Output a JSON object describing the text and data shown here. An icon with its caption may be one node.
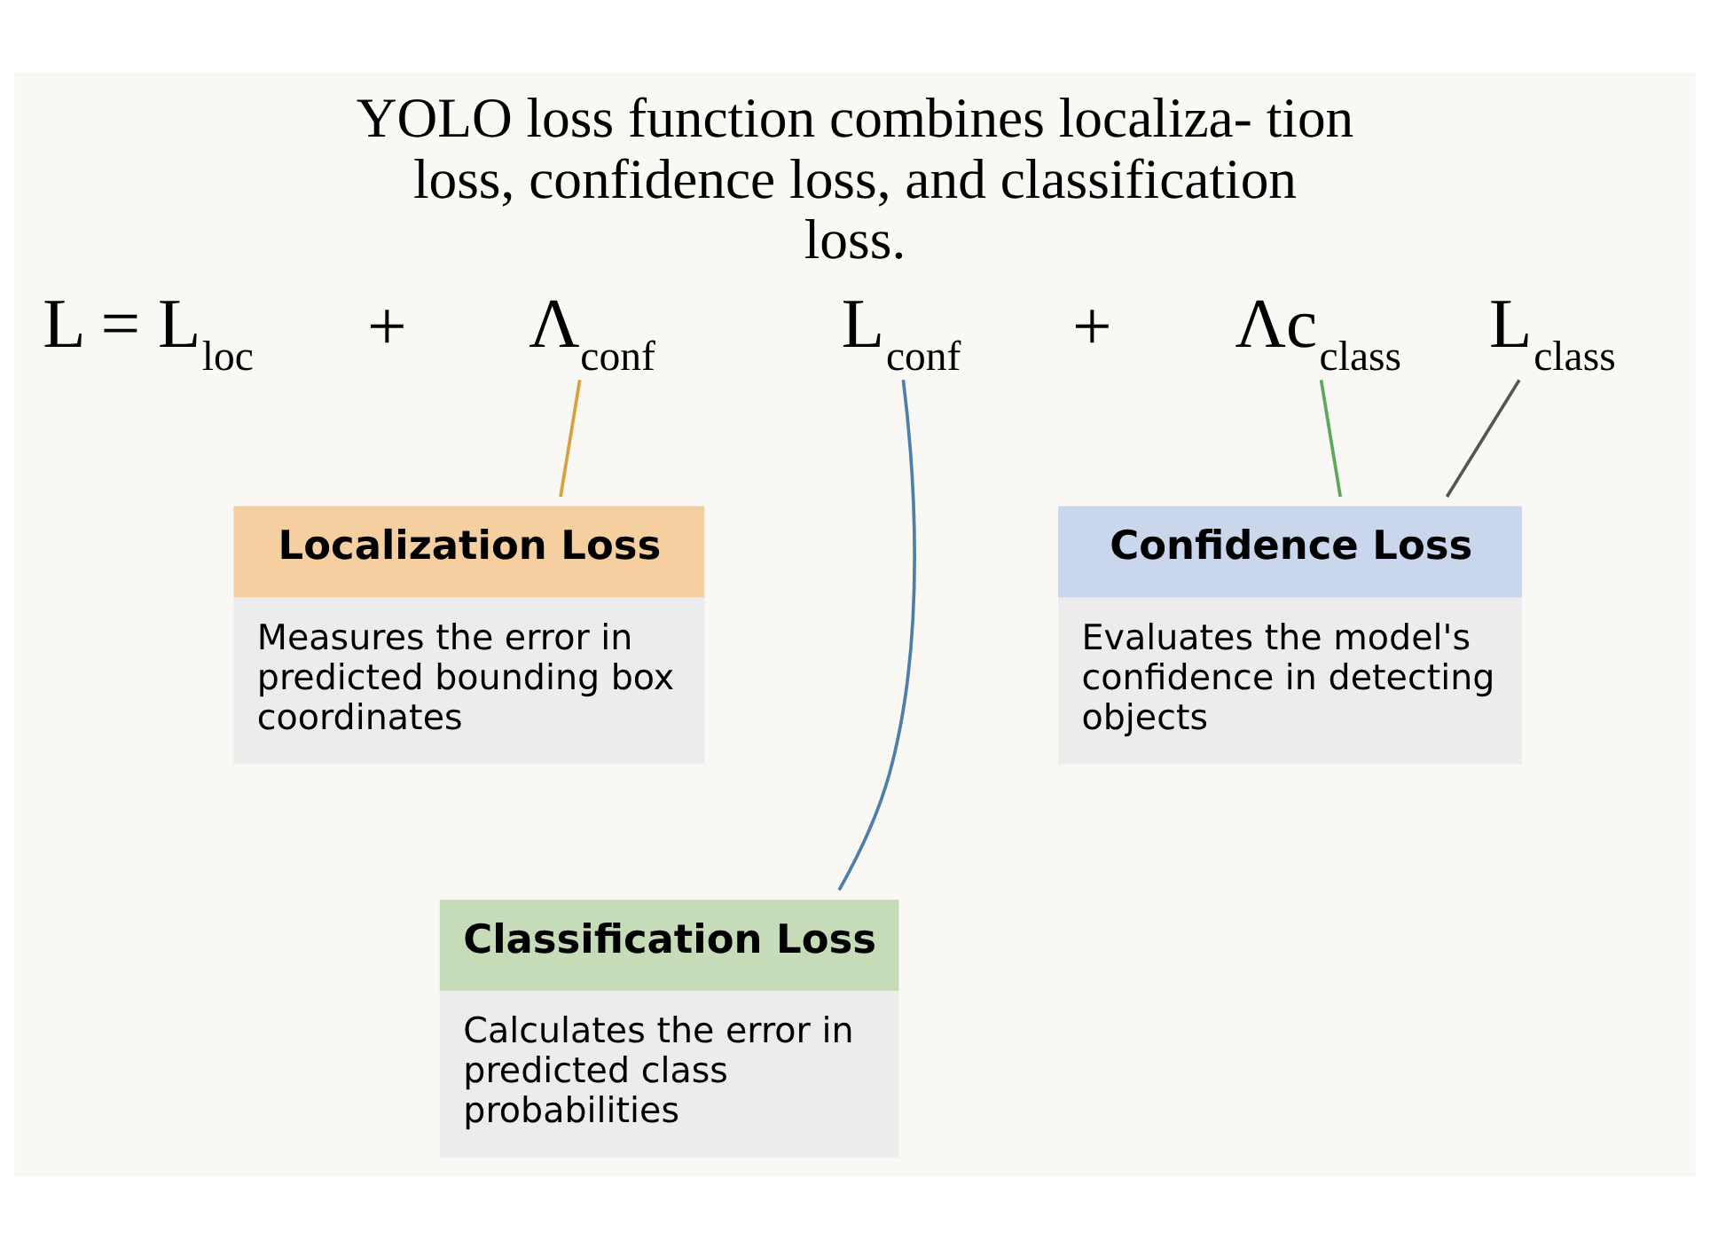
{
  "diagram": {
    "title": "YOLO loss function combines localiza- tion loss, confidence loss, and classification loss.",
    "nodes": [
      {
        "text": [
          "Λ$_{conf}$"
        ]
      },
      {
        "text": [
          "L$_{conf}$"
        ]
      },
      {
        "text": [
          "Λc$_{class}$"
        ]
      },
      {
        "text": [
          "L$_{class}$"
        ]
      },
      {
        "text": [
          "Localization Loss",
          "Measures the error in predicted bounding box coordinates"
        ]
      },
      {
        "text": [
          "Confidence Loss",
          "Evaluates the model's confidence in detecting objects"
        ]
      },
      {
        "text": [
          "Classification Loss",
          "Calculates the error in predicted class probabilities"
        ]
      }
    ],
    "edges": [
      {
        "from": 0,
        "to": 4,
        "arrow": "none",
        "color": "#d9a040"
      },
      {
        "from": 1,
        "to": 6,
        "arrow": "none",
        "color": "#4f7fa8"
      },
      {
        "from": 2,
        "to": 5,
        "arrow": "none",
        "color": "#5aa85a"
      },
      {
        "from": 3,
        "to": 5,
        "arrow": "none",
        "color": "#555555"
      }
    ],
    "labels": [
      "L = L$_{loc}$",
      "+",
      "+"
    ]
  }
}
